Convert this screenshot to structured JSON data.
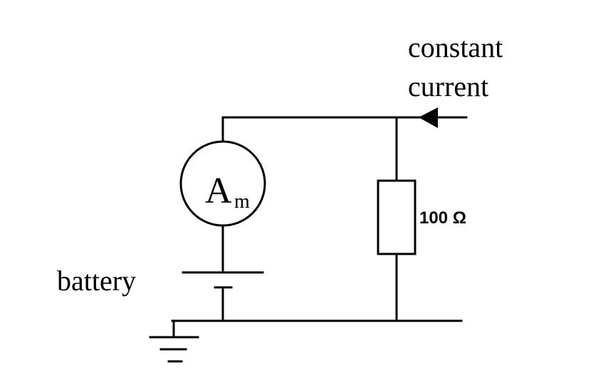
{
  "diagram": {
    "type": "circuit",
    "labels": {
      "source_line1": "constant",
      "source_line2": "current",
      "ammeter_main": "A",
      "ammeter_sub": "m",
      "resistor_value": "100 Ω",
      "battery": "battery"
    },
    "components": [
      {
        "id": "current-source",
        "kind": "constant current input",
        "direction": "into circuit"
      },
      {
        "id": "ammeter",
        "kind": "ammeter",
        "label": "Am"
      },
      {
        "id": "battery",
        "kind": "battery cell"
      },
      {
        "id": "resistor",
        "kind": "resistor",
        "value": "100 Ω"
      },
      {
        "id": "ground",
        "kind": "ground"
      }
    ]
  }
}
